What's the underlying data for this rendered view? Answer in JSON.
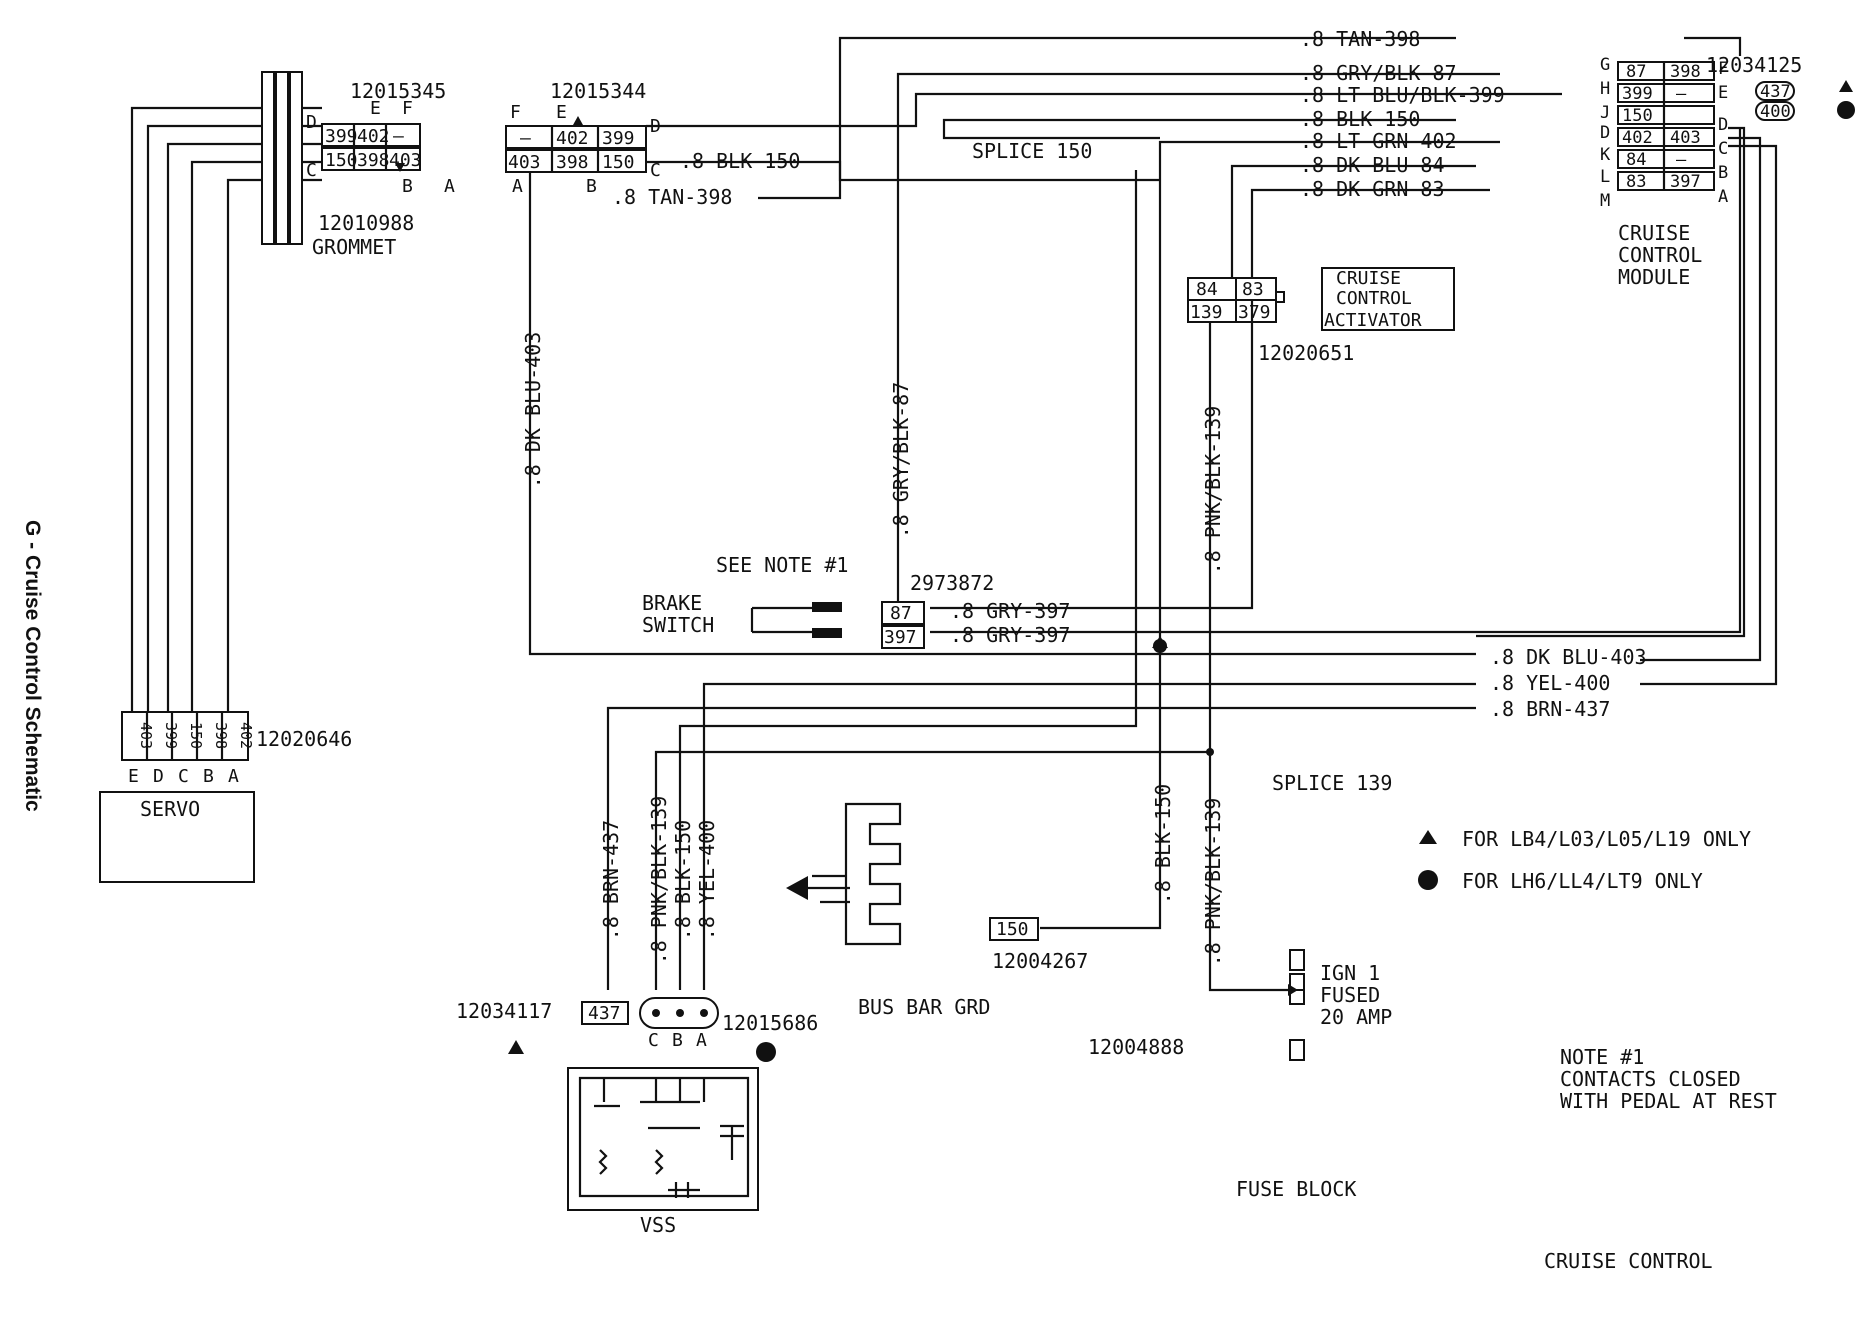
{
  "side_title": "G - Cruise Control Schematic",
  "footer_title": "CRUISE CONTROL",
  "legend": {
    "triangle": "FOR LB4/L03/L05/L19 ONLY",
    "dot": "FOR LH6/LL4/LT9 ONLY"
  },
  "note": {
    "title": "NOTE #1",
    "line1": "CONTACTS CLOSED",
    "line2": "WITH PEDAL AT REST",
    "ref": "SEE NOTE #1"
  },
  "components": {
    "servo": "SERVO",
    "vss": "VSS",
    "activator_line1": "CRUISE",
    "activator_line2": "CONTROL",
    "activator_line3": "ACTIVATOR",
    "module_line1": "CRUISE",
    "module_line2": "CONTROL",
    "module_line3": "MODULE",
    "brake_line1": "BRAKE",
    "brake_line2": "SWITCH",
    "fuse_block": "FUSE BLOCK",
    "bus_bar": "BUS BAR GRD",
    "grommet": "GROMMET",
    "ign_line1": "IGN 1",
    "ign_line2": "FUSED",
    "ign_line3": "20 AMP",
    "splice150": "SPLICE 150",
    "splice139": "SPLICE 139"
  },
  "parts": {
    "conn_12015345": "12015345",
    "conn_12015344": "12015344",
    "grommet_12010988": "12010988",
    "servo_12020646": "12020646",
    "module_12034125": "12034125",
    "activator_12020651": "12020651",
    "brake_2973872": "2973872",
    "bus_12004267": "12004267",
    "fuse_12004888": "12004888",
    "vss_12034117": "12034117",
    "vss_12015686": "12015686"
  },
  "wires": {
    "tan398_top": ".8 TAN-398",
    "gryblk87": ".8 GRY/BLK-87",
    "ltblublk399": ".8 LT BLU/BLK-399",
    "blk150": ".8 BLK-150",
    "ltgrn402": ".8 LT GRN-402",
    "dkblu84": ".8 DK BLU-84",
    "dkgrn83": ".8 DK GRN-83",
    "blk150_conn": ".8 BLK-150",
    "tan398_conn": ".8 TAN-398",
    "gry397_a": ".8 GRY-397",
    "gry397_b": ".8 GRY-397",
    "dkblu403": ".8 DK BLU-403",
    "yel400": ".8 YEL-400",
    "brn437": ".8 BRN-437",
    "dkblu403_vert": ".8 DK BLU-403",
    "gryblk87_vert": ".8 GRY/BLK-87",
    "pnkblk139_act": ".8 PNK/BLK-139",
    "blk150_vert": ".8 BLK-150",
    "pnkblk139_vert": ".8 PNK/BLK-139",
    "vss_brn437": ".8 BRN-437",
    "vss_pnkblk139": ".8 PNK/BLK-139",
    "vss_blk150": ".8 BLK-150",
    "vss_yel400": ".8 YEL-400"
  },
  "pins": {
    "c45_top": [
      "399",
      "402",
      "—"
    ],
    "c45_bot": [
      "150",
      "398",
      "403"
    ],
    "c45_letters": [
      "D",
      "E",
      "F",
      "C",
      "B",
      "A"
    ],
    "c44_top": [
      "—",
      "402",
      "399"
    ],
    "c44_bot": [
      "403",
      "398",
      "150"
    ],
    "c44_letters": [
      "F",
      "E",
      "D",
      "A",
      "B",
      "C"
    ],
    "module_rows": [
      [
        "87",
        "398"
      ],
      [
        "399",
        "—"
      ],
      [
        "150",
        ""
      ],
      [
        "402",
        "403"
      ],
      [
        "84",
        "—"
      ],
      [
        "83",
        "397"
      ]
    ],
    "module_left_letters": [
      "G",
      "H",
      "J",
      "D",
      "K",
      "L",
      "M"
    ],
    "module_right_letters": [
      "F",
      "E",
      "D",
      "C",
      "B",
      "A"
    ],
    "module_extra": [
      "437",
      "400"
    ],
    "activator": [
      [
        "84",
        "83"
      ],
      [
        "139",
        "379"
      ]
    ],
    "servo_pins": [
      "403",
      "399",
      "150",
      "398",
      "402"
    ],
    "servo_letters": [
      "E",
      "D",
      "C",
      "B",
      "A"
    ],
    "brake_pins": [
      "87",
      "397"
    ],
    "bus_pin": "150",
    "vss_pin": "437",
    "vss_letters": [
      "C",
      "B",
      "A"
    ]
  }
}
